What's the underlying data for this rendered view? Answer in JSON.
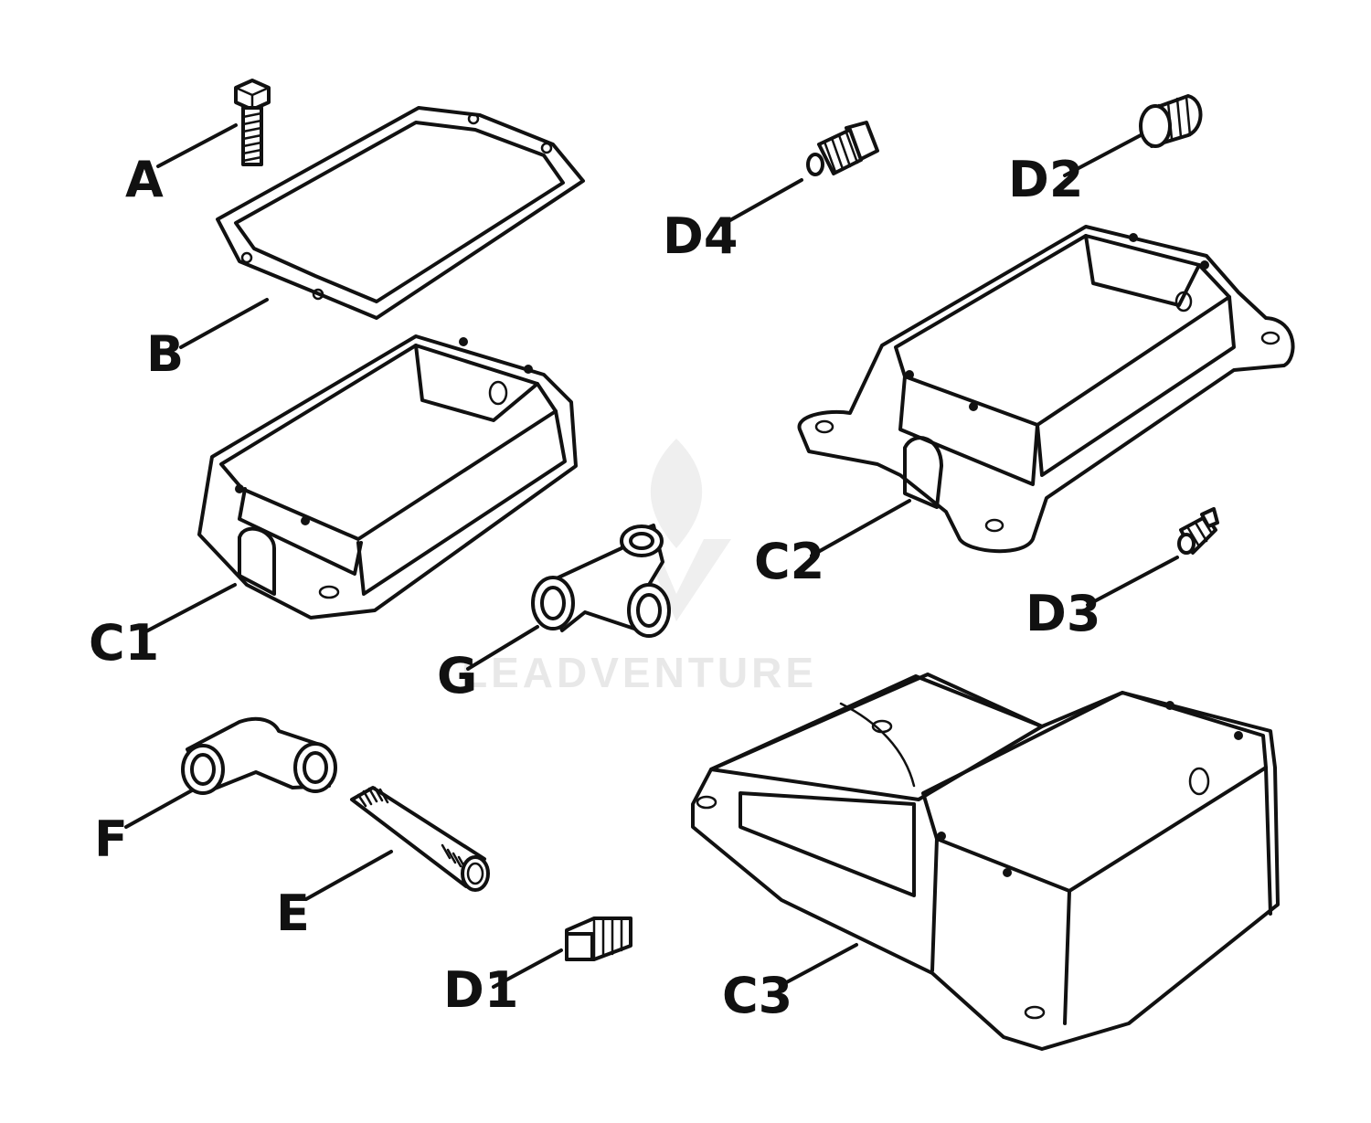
{
  "watermark": {
    "text": "LEADVENTURE"
  },
  "parts": {
    "A": "A",
    "B": "B",
    "C1": "C1",
    "C2": "C2",
    "C3": "C3",
    "D1": "D1",
    "D2": "D2",
    "D3": "D3",
    "D4": "D4",
    "E": "E",
    "F": "F",
    "G": "G"
  }
}
